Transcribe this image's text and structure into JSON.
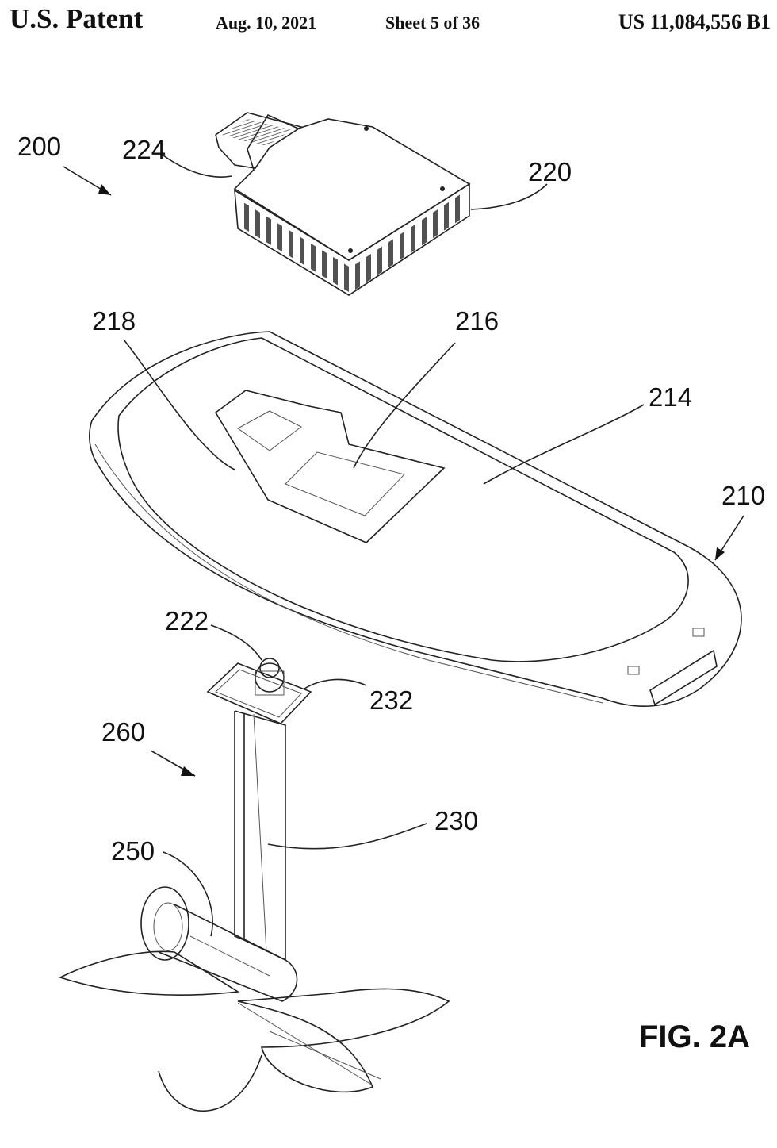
{
  "header": {
    "title": "U.S. Patent",
    "date": "Aug. 10, 2021",
    "sheet": "Sheet 5 of 36",
    "patent_number": "US 11,084,556 B1"
  },
  "figure": {
    "label": "FIG. 2A",
    "refs": {
      "r200": "200",
      "r224": "224",
      "r220": "220",
      "r218": "218",
      "r216": "216",
      "r214": "214",
      "r210": "210",
      "r222": "222",
      "r232": "232",
      "r260": "260",
      "r230": "230",
      "r250": "250"
    }
  },
  "colors": {
    "ink": "#222222",
    "hatch": "#555555",
    "paper": "#ffffff"
  }
}
